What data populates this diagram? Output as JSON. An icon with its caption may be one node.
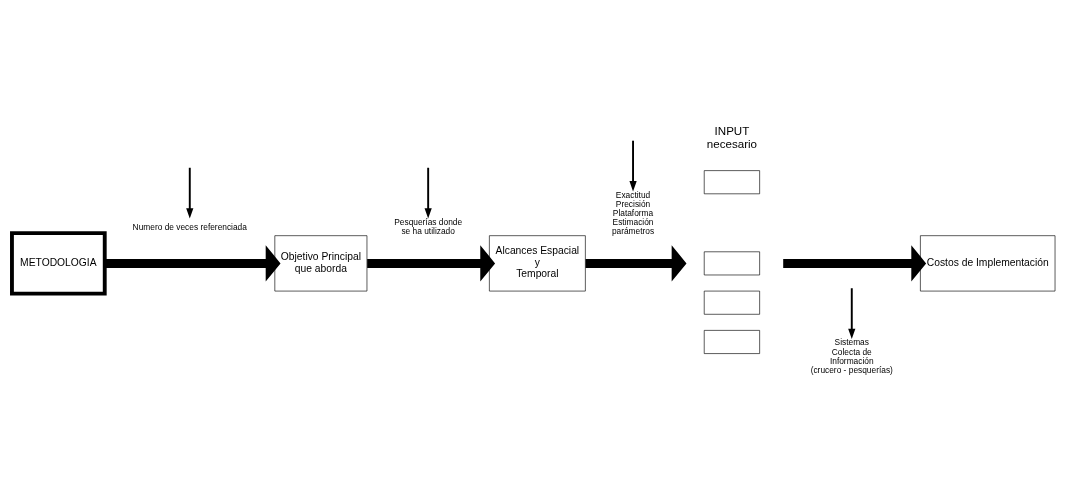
{
  "diagram": {
    "nodes": [
      {
        "text": [
          "METODOLOGIA"
        ]
      },
      {
        "text": [
          "Objetivo Principal que aborda"
        ]
      },
      {
        "text": [
          "Alcances Espacial y Temporal"
        ]
      },
      {
        "text": [],
        "shape": "box"
      },
      {
        "text": [],
        "shape": "box"
      },
      {
        "text": [],
        "shape": "box"
      },
      {
        "text": [],
        "shape": "box"
      },
      {
        "text": [
          "Costos de Implementación"
        ]
      },
      {
        "text": [
          "Numero de veces referenciada"
        ]
      },
      {
        "text": [
          "Pesquerías donde se ha utilizado"
        ]
      },
      {
        "text": [
          "Exactitud Precisión Plataforma Estimación parámetros"
        ]
      },
      {
        "text": [
          "Sistemas Colecta de Información (crucero - pesquerías)"
        ]
      }
    ],
    "edges": [
      {
        "from": 0,
        "to": 1,
        "arrow": "to",
        "style": "thick"
      },
      {
        "from": 1,
        "to": 2,
        "arrow": "to",
        "style": "thick"
      },
      {
        "from": 2,
        "to": null,
        "arrow": "to",
        "style": "thick"
      },
      {
        "from": null,
        "to": 7,
        "arrow": "to",
        "style": "thick"
      },
      {
        "from": null,
        "to": 8,
        "arrow": "to"
      },
      {
        "from": null,
        "to": 9,
        "arrow": "to"
      },
      {
        "from": null,
        "to": 10,
        "arrow": "to"
      },
      {
        "from": null,
        "to": 11,
        "arrow": "to"
      }
    ],
    "labels": [
      "INPUT necesario"
    ]
  }
}
